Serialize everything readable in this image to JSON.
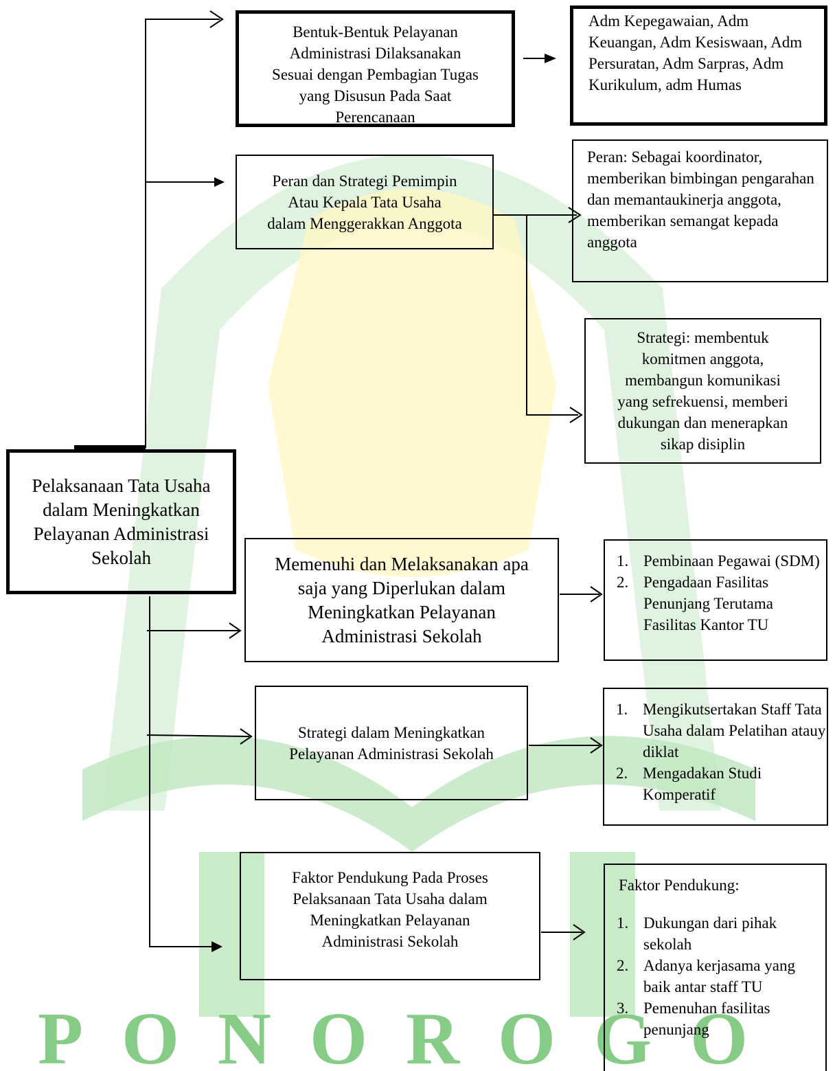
{
  "colors": {
    "watermark_green": "#8fd08f",
    "watermark_yellow": "#fff3a8",
    "line": "#000000"
  },
  "watermark": {
    "text": "PONOROGO"
  },
  "root": {
    "text": "Pelaksanaan Tata Usaha dalam Meningkatkan Pelayanan Administrasi Sekolah"
  },
  "branch1": {
    "text": "Bentuk-Bentuk Pelayanan\nAdministrasi Dilaksanakan\nSesuai dengan Pembagian Tugas\nyang Disusun Pada Saat\nPerencanaan",
    "detail": "Adm Kepegawaian, Adm Keuangan, Adm Kesiswaan, Adm Persuratan, Adm Sarpras, Adm Kurikulum, adm Humas"
  },
  "branch2": {
    "text": "Peran dan Strategi Pemimpin\nAtau Kepala Tata Usaha\ndalam Menggerakkan Anggota",
    "peran": "Peran:  Sebagai koordinator, memberikan bimbingan pengarahan dan memantaukinerja anggota, memberikan semangat kepada anggota",
    "strategi": "Strategi: membentuk\nkomitmen anggota,\nmembangun komunikasi\nyang sefrekuensi, memberi\ndukungan dan menerapkan\nsikap disiplin"
  },
  "branch3": {
    "text": "Memenuhi dan Melaksanakan apa\nsaja yang Diperlukan dalam\nMeningkatkan Pelayanan\nAdministrasi Sekolah",
    "items": [
      "Pembinaan Pegawai (SDM)",
      "Pengadaan Fasilitas Penunjang Terutama Fasilitas Kantor TU"
    ]
  },
  "branch4": {
    "text": "Strategi dalam Meningkatkan\nPelayanan Administrasi Sekolah",
    "items": [
      "Mengikutsertakan Staff Tata Usaha dalam Pelatihan atauy diklat",
      "Mengadakan Studi Komperatif"
    ]
  },
  "branch5": {
    "text": "Faktor Pendukung Pada Proses\nPelaksanaan Tata Usaha dalam\nMeningkatkan Pelayanan\nAdministrasi Sekolah",
    "heading": "Faktor Pendukung:",
    "items": [
      "Dukungan dari pihak sekolah",
      "Adanya kerjasama yang baik antar staff TU",
      "Pemenuhan fasilitas penunjang"
    ]
  }
}
